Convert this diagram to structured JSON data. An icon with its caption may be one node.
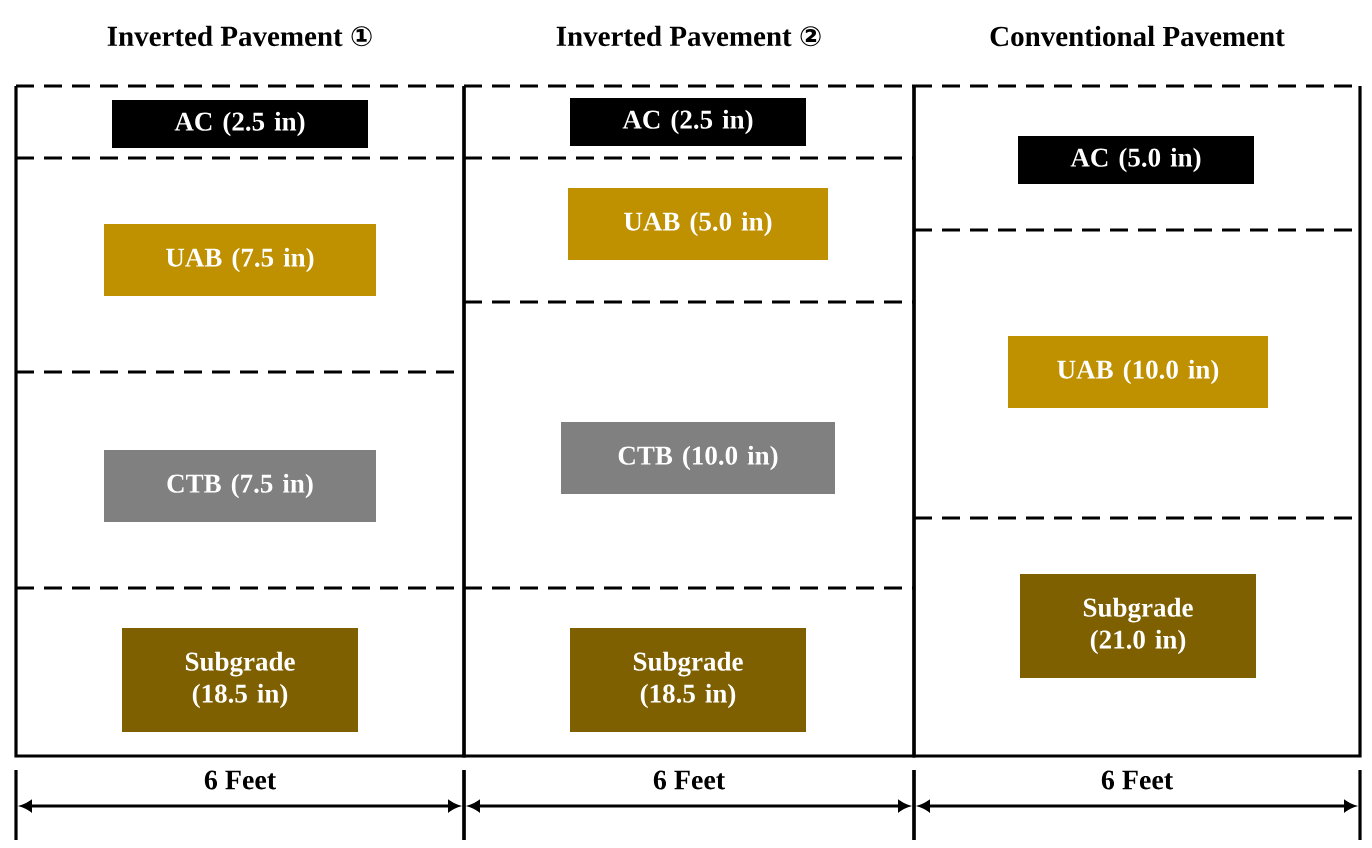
{
  "diagram": {
    "nodes": [
      {
        "text": [
          "Inverted Pavement ①"
        ]
      },
      {
        "text": [
          "AC (2.5 in)"
        ],
        "in": 0
      },
      {
        "text": [
          "UAB (7.5 in)"
        ],
        "in": 0
      },
      {
        "text": [
          "CTB (7.5 in)"
        ],
        "in": 0
      },
      {
        "text": [
          "Subgrade (18.5 in)"
        ],
        "in": 0
      },
      {
        "text": [
          "Inverted Pavement ②"
        ]
      },
      {
        "text": [
          "AC (2.5 in)"
        ],
        "in": 5
      },
      {
        "text": [
          "UAB (5.0 in)"
        ],
        "in": 5
      },
      {
        "text": [
          "CTB (10.0 in)"
        ],
        "in": 5
      },
      {
        "text": [
          "Subgrade (18.5 in)"
        ],
        "in": 5
      },
      {
        "text": [
          "Conventional Pavement"
        ]
      },
      {
        "text": [
          "AC (5.0 in)"
        ],
        "in": 10
      },
      {
        "text": [
          "UAB (10.0 in)"
        ],
        "in": 10
      },
      {
        "text": [
          "Subgrade (21.0 in)"
        ],
        "in": 10
      }
    ],
    "labels": [
      "6 Feet",
      "6 Feet",
      "6 Feet"
    ]
  }
}
